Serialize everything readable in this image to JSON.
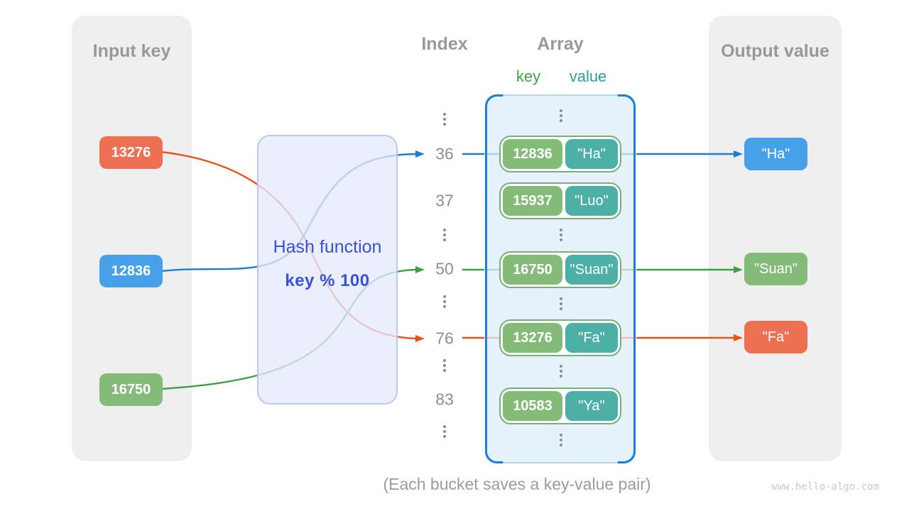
{
  "input_panel": {
    "title": "Input key",
    "keys": [
      {
        "label": "13276",
        "color": "#ED7052"
      },
      {
        "label": "12836",
        "color": "#47A1E8"
      },
      {
        "label": "16750",
        "color": "#85BB79"
      }
    ]
  },
  "hash_box": {
    "title": "Hash function",
    "formula": "key % 100"
  },
  "index_column": {
    "title": "Index",
    "items": [
      "36",
      "37",
      "50",
      "76",
      "83"
    ]
  },
  "array_panel": {
    "title": "Array",
    "key_label": "key",
    "value_label": "value",
    "pairs": [
      {
        "key": "12836",
        "value": "\"Ha\""
      },
      {
        "key": "15937",
        "value": "\"Luo\""
      },
      {
        "key": "16750",
        "value": "\"Suan\""
      },
      {
        "key": "13276",
        "value": "\"Fa\""
      },
      {
        "key": "10583",
        "value": "\"Ya\""
      }
    ]
  },
  "output_panel": {
    "title": "Output value",
    "values": [
      {
        "label": "\"Ha\"",
        "color": "#47A1E8"
      },
      {
        "label": "\"Suan\"",
        "color": "#85BB79"
      },
      {
        "label": "\"Fa\"",
        "color": "#ED7052"
      }
    ]
  },
  "caption": "(Each bucket saves a key-value pair)",
  "watermark": "www.hello-algo.com",
  "colors": {
    "panel_gray": "#EFEFEF",
    "array_bg": "#E5F1FB",
    "array_border": "#1C7ED6",
    "hash_bg": "#E5E9FB",
    "hash_text": "#3B51D9",
    "line_blue": "#1E7DD2",
    "line_green": "#3F9E46",
    "line_orange": "#E8521C",
    "heading_gray": "#97999B",
    "key_label_green": "#43A047",
    "value_label_teal": "#2AA095"
  }
}
